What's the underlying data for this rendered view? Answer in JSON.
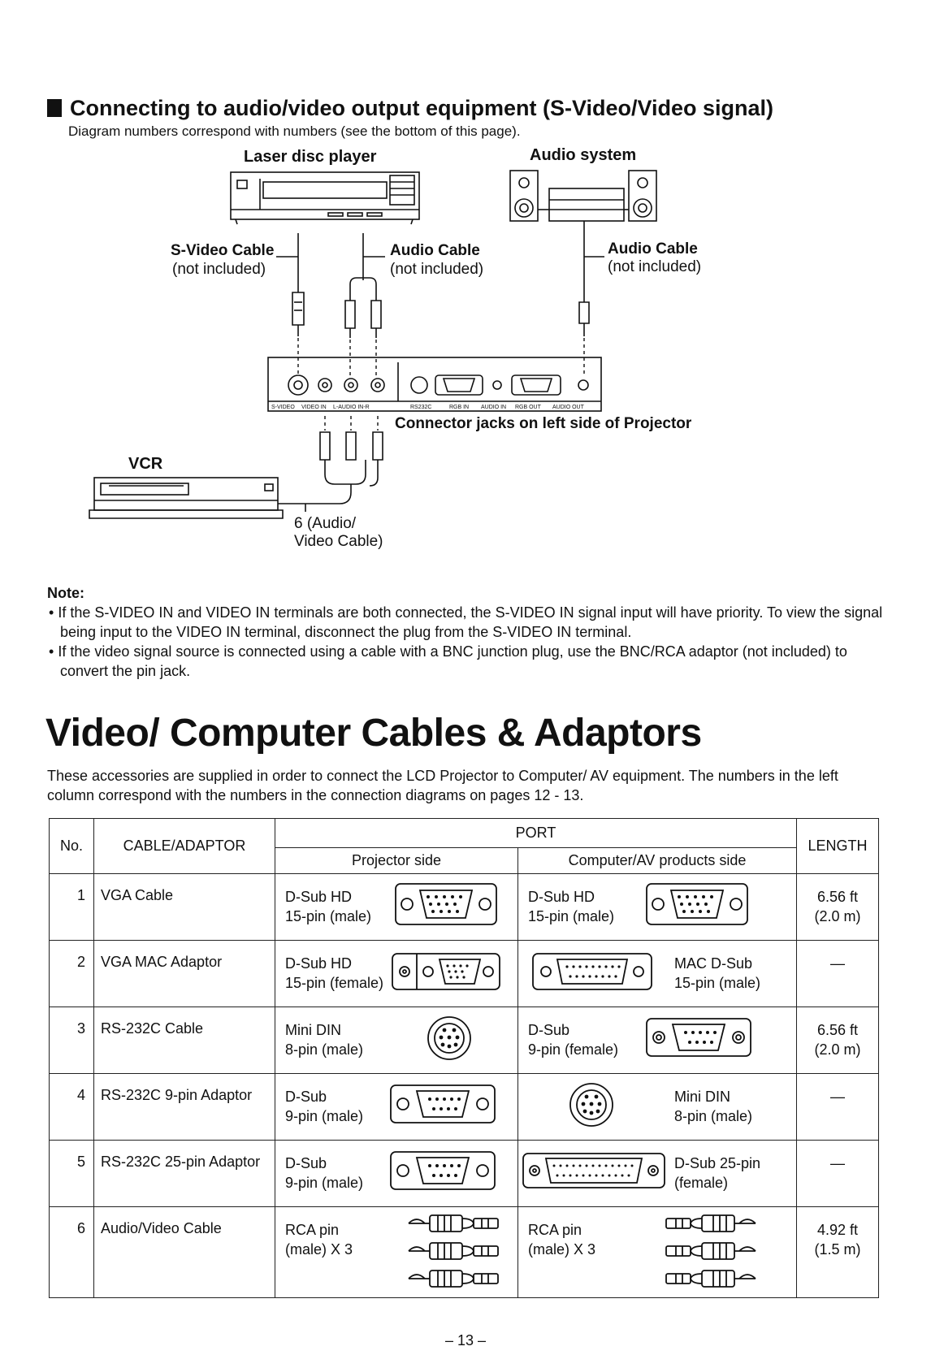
{
  "section": {
    "title": "Connecting to audio/video output equipment (S-Video/Video signal)",
    "subtitle": "Diagram numbers correspond with numbers (see the bottom of this page)."
  },
  "diagram": {
    "laser_disc_label": "Laser disc player",
    "audio_system_label": "Audio system",
    "svideo_cable_label": "S-Video Cable",
    "svideo_cable_note": "(not included)",
    "audio_cable_label_1": "Audio Cable",
    "audio_cable_note_1": "(not included)",
    "audio_cable_label_2": "Audio Cable",
    "audio_cable_note_2": "(not included)",
    "connector_label": "Connector jacks on left side of Projector",
    "vcr_label": "VCR",
    "av_cable_line1": "6 (Audio/",
    "av_cable_line2": "Video Cable)",
    "panel_labels": [
      "S-VIDEO",
      "VIDEO IN",
      "L-AUDIO IN-R",
      "RS232C",
      "RGB IN",
      "AUDIO IN",
      "RGB OUT",
      "AUDIO OUT"
    ]
  },
  "note": {
    "title": "Note:",
    "bullets": [
      "If the S-VIDEO IN and VIDEO IN terminals are both connected, the S-VIDEO IN signal input will have priority. To view the signal being input to the VIDEO IN terminal, disconnect the plug from the S-VIDEO IN terminal.",
      "If the video signal source is connected using a cable with a BNC junction plug, use the BNC/RCA adaptor (not included) to convert the pin jack."
    ]
  },
  "main_title": "Video/ Computer Cables & Adaptors",
  "intro": "These accessories are supplied in order to connect the LCD Projector to Computer/ AV equipment. The numbers in the left column correspond with the numbers in the connection diagrams on pages 12 - 13.",
  "table": {
    "headers": {
      "no": "No.",
      "cable": "CABLE/ADAPTOR",
      "port": "PORT",
      "projector_side": "Projector side",
      "computer_side": "Computer/AV products side",
      "length": "LENGTH"
    },
    "rows": [
      {
        "no": "1",
        "name": "VGA Cable",
        "proj": [
          "D-Sub HD",
          "15-pin (male)"
        ],
        "proj_icon": "dsub-hd-male-icon",
        "comp": [
          "D-Sub HD",
          "15-pin (male)"
        ],
        "comp_icon": "dsub-hd-male-icon",
        "length": [
          "6.56 ft",
          "(2.0 m)"
        ]
      },
      {
        "no": "2",
        "name": "VGA MAC Adaptor",
        "proj": [
          "D-Sub HD",
          "15-pin (female)"
        ],
        "proj_icon": "dsub-hd-female-icon",
        "comp": [
          "MAC D-Sub",
          "15-pin (male)"
        ],
        "comp_icon": "mac-dsub-male-icon",
        "length": [
          "—"
        ]
      },
      {
        "no": "3",
        "name": "RS-232C Cable",
        "proj": [
          "Mini DIN",
          "8-pin (male)"
        ],
        "proj_icon": "mini-din-icon",
        "comp": [
          "D-Sub",
          "9-pin (female)"
        ],
        "comp_icon": "dsub-9-female-icon",
        "length": [
          "6.56 ft",
          "(2.0 m)"
        ]
      },
      {
        "no": "4",
        "name": "RS-232C 9-pin Adaptor",
        "proj": [
          "D-Sub",
          "9-pin (male)"
        ],
        "proj_icon": "dsub-9-male-icon",
        "comp": [
          "Mini DIN",
          "8-pin (male)"
        ],
        "comp_icon": "mini-din-icon",
        "length": [
          "—"
        ]
      },
      {
        "no": "5",
        "name": "RS-232C 25-pin Adaptor",
        "proj": [
          "D-Sub",
          "9-pin (male)"
        ],
        "proj_icon": "dsub-9-male-icon",
        "comp": [
          "D-Sub 25-pin",
          "(female)"
        ],
        "comp_icon": "dsub-25-female-icon",
        "length": [
          "—"
        ]
      },
      {
        "no": "6",
        "name": "Audio/Video Cable",
        "proj": [
          "RCA pin",
          "(male) X 3"
        ],
        "proj_icon": "rca-plugs-icon",
        "comp": [
          "RCA pin",
          "(male) X 3"
        ],
        "comp_icon": "rca-plugs-icon",
        "length": [
          "4.92 ft",
          "(1.5 m)"
        ]
      }
    ]
  },
  "page_number": "– 13 –"
}
